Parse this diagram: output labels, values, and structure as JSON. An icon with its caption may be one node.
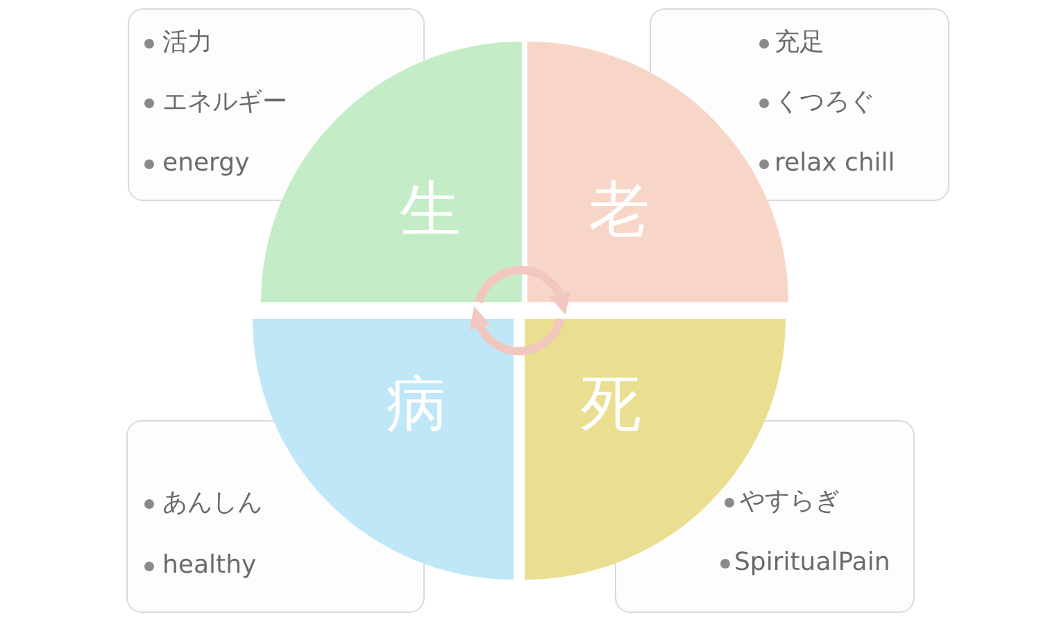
{
  "diagram": {
    "nodes": [
      {
        "text": [
          "活力",
          "エネルギー",
          "energy"
        ]
      },
      {
        "text": [
          "生"
        ]
      },
      {
        "text": [
          "老"
        ]
      },
      {
        "text": [
          "充足",
          "くつろぐ",
          "relax chill"
        ]
      },
      {
        "text": [
          "あんしん",
          "healthy"
        ]
      },
      {
        "text": [
          "病"
        ]
      },
      {
        "text": [
          "死"
        ]
      },
      {
        "text": [
          "やすらぎ",
          "SpiritualPain"
        ]
      }
    ],
    "edges": [
      {
        "from": 1,
        "to": 2,
        "arrow": "to"
      },
      {
        "from": 6,
        "to": 5,
        "arrow": "to"
      }
    ]
  }
}
